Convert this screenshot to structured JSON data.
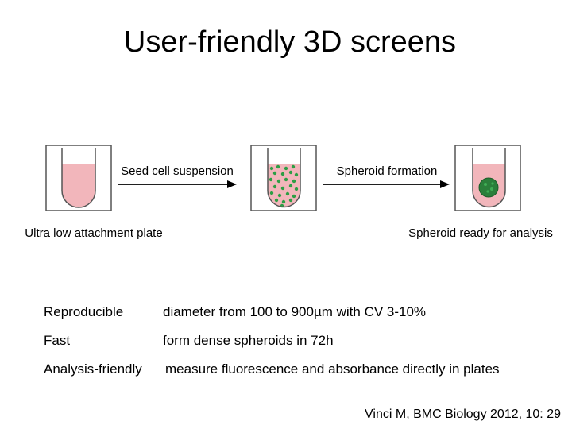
{
  "title": "User-friendly 3D screens",
  "diagram": {
    "step1_label": "Seed cell suspension",
    "step2_label": "Spheroid formation",
    "left_caption": "Ultra low attachment plate",
    "right_caption": "Spheroid ready for analysis"
  },
  "features": [
    {
      "label": "Reproducible",
      "description": "diameter from 100 to 900µm with CV 3-10%"
    },
    {
      "label": "Fast",
      "description": "form dense spheroids in 72h"
    },
    {
      "label": "Analysis-friendly",
      "description": "measure fluorescence and absorbance directly in plates"
    }
  ],
  "citation": "Vinci M, BMC Biology 2012, 10: 29",
  "colors": {
    "medium": "#f2b6bb",
    "cell": "#2e9e45",
    "spheroid": "#2a7f3a",
    "well_outline": "#555555"
  }
}
